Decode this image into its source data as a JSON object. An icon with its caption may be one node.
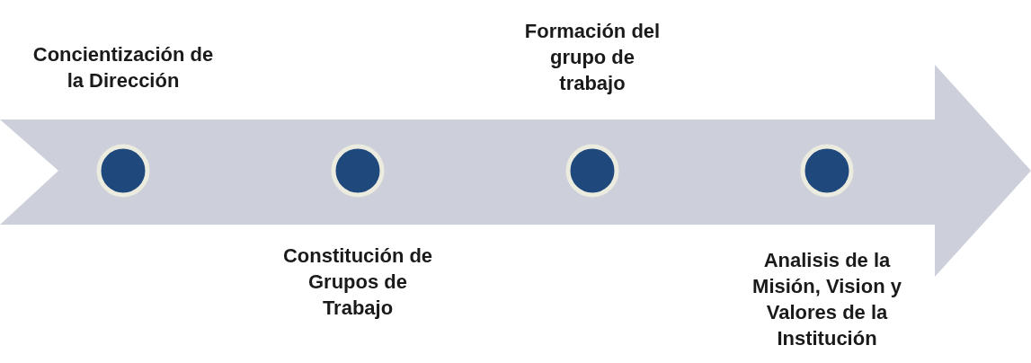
{
  "diagram": {
    "nodes": [
      {
        "text": [],
        "shape": "arrow"
      },
      {
        "text": [],
        "shape": "circle",
        "in": 0,
        "beside": [
          "Concientización de la Dirección"
        ]
      },
      {
        "text": [],
        "shape": "circle",
        "in": 0,
        "beside": [
          "Constitución de Grupos de Trabajo"
        ]
      },
      {
        "text": [],
        "shape": "circle",
        "in": 0,
        "beside": [
          "Formación del grupo de trabajo"
        ]
      },
      {
        "text": [],
        "shape": "circle",
        "in": 0,
        "beside": [
          "Analisis de la Misión, Vision y Valores de la Institución"
        ]
      }
    ],
    "edges": []
  }
}
